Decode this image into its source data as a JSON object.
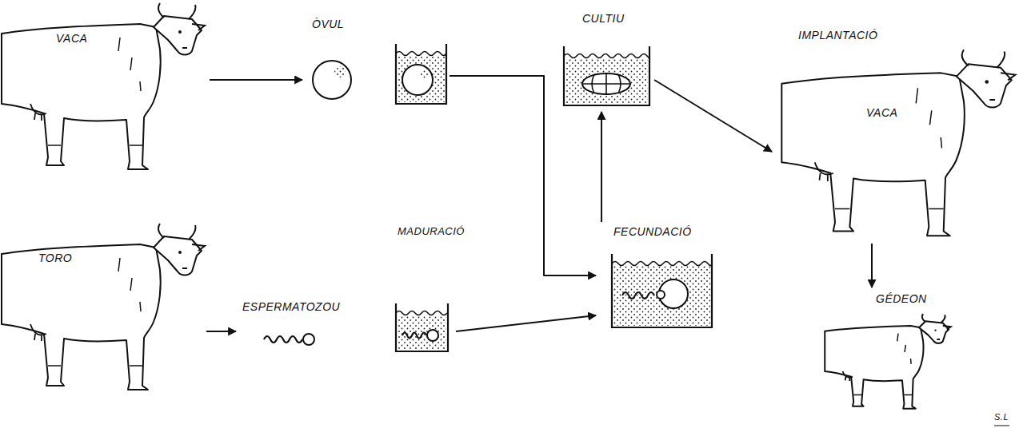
{
  "diagram": {
    "nodes": [
      {
        "text": [
          "VACA"
        ]
      },
      {
        "text": [
          "ÒVUL"
        ]
      },
      {
        "text": [
          "TORO"
        ]
      },
      {
        "text": [
          "ESPERMATOZOU"
        ]
      },
      {
        "text": [
          "CULTIU"
        ]
      },
      {
        "text": [
          "FECUNDACIÓ"
        ]
      },
      {
        "text": [
          "IMPLANTACIÓ",
          "VACA"
        ]
      },
      {
        "text": [
          "GÉDEON"
        ]
      }
    ],
    "edges": [
      {
        "from": 0,
        "to": 1,
        "arrow": "to"
      },
      {
        "from": 2,
        "to": 3,
        "arrow": "to"
      },
      {
        "from": 1,
        "to": 5,
        "arrow": "to"
      },
      {
        "from": 3,
        "to": 5,
        "arrow": "to"
      },
      {
        "from": 5,
        "to": 4,
        "arrow": "to"
      },
      {
        "from": 4,
        "to": 6,
        "arrow": "to"
      },
      {
        "from": 6,
        "to": 7,
        "arrow": "to"
      }
    ],
    "labels": [
      "MADURACIÓ",
      "S.L"
    ]
  }
}
